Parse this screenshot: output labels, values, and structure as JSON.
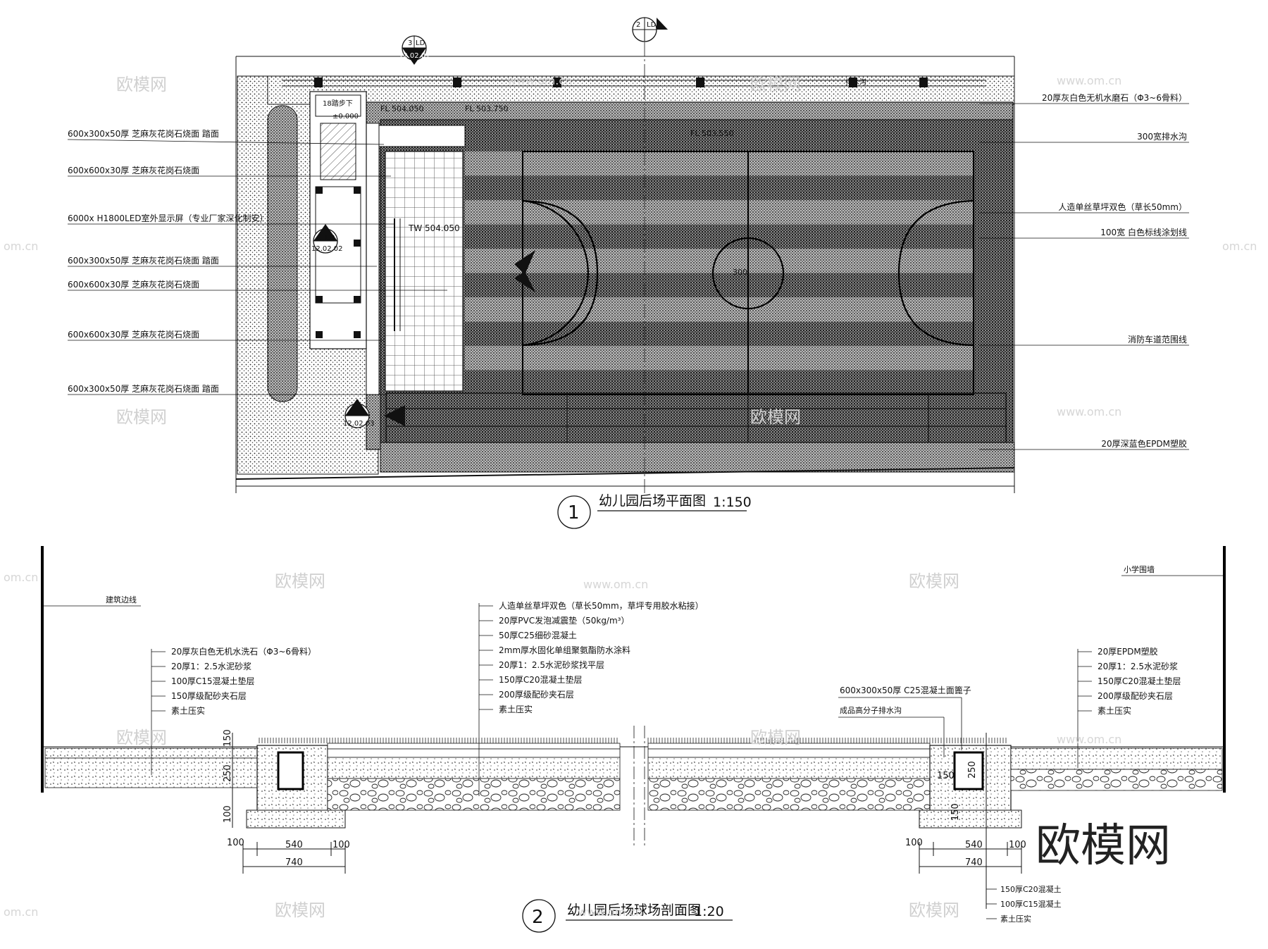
{
  "plan": {
    "title": "幼儿园后场平面图",
    "scale": "1:150",
    "number": "1",
    "left_labels": [
      "600x300x50厚 芝麻灰花岗石烧面 踏面",
      "600x600x30厚 芝麻灰花岗石烧面",
      "6000x H1800LED室外显示屏（专业厂家深化制安）",
      "600x300x50厚 芝麻灰花岗石烧面 踏面",
      "600x600x30厚 芝麻灰花岗石烧面",
      "600x600x30厚 芝麻灰花岗石烧面",
      "600x300x50厚 芝麻灰花岗石烧面 踏面"
    ],
    "right_labels": [
      "20厚灰白色无机水磨石（Φ3~6骨料）",
      "300宽排水沟",
      "人造单丝草坪双色（草长50mm）",
      "100宽 白色标线涂划线",
      "消防车道范围线",
      "20厚深蓝色EPDM塑胶"
    ],
    "elev_labels": [
      "±0.000",
      "FL 504.050",
      "FL 503.750",
      "FL 503.550",
      "TW 504.050"
    ],
    "callouts": [
      {
        "num": "3",
        "ref": "LD",
        "sheet": "12.02.01"
      },
      {
        "num": "2",
        "ref": "LD",
        "sheet": ""
      },
      {
        "num": "1",
        "ref": "LD",
        "sheet": "12.02.02"
      },
      {
        "num": "",
        "ref": "",
        "sheet": "12.02.03"
      }
    ],
    "court_center_label": "300",
    "stair_label": "18踏步下",
    "small_tag": "排水沟"
  },
  "section": {
    "title": "幼儿园后场球场剖面图",
    "scale": "1:20",
    "number": "2",
    "left_top": "建筑边线",
    "right_top": "小学围墙",
    "group_left": [
      "20厚灰白色无机水洗石（Φ3~6骨料）",
      "20厚1：2.5水泥砂浆",
      "100厚C15混凝土垫层",
      "150厚级配砂夹石层",
      "素土压实"
    ],
    "group_center": [
      "人造单丝草坪双色（草长50mm，草坪专用胶水粘接）",
      "20厚PVC发泡减震垫（50kg/m³）",
      "50厚C25细砂混凝土",
      "2mm厚水固化单组聚氨酯防水涂料",
      "20厚1：2.5水泥砂浆找平层",
      "150厚C20混凝土垫层",
      "200厚级配砂夹石层",
      "素土压实"
    ],
    "group_right": [
      "20厚EPDM塑胶",
      "20厚1：2.5水泥砂浆",
      "150厚C20混凝土垫层",
      "200厚级配砂夹石层",
      "素土压实"
    ],
    "drain_labels": [
      "600x300x50厚 C25混凝土面篦子",
      "成品高分子排水沟"
    ],
    "bottom_labels": [
      "150厚C20混凝土",
      "100厚C15混凝土",
      "素土压实"
    ],
    "dims_left": [
      "100",
      "540",
      "100",
      "740"
    ],
    "dims_right": [
      "100",
      "540",
      "100",
      "740"
    ],
    "dim_vertical": [
      "150",
      "250",
      "100",
      "150",
      "250",
      "150"
    ]
  },
  "watermarks": {
    "brand": "欧模网",
    "url": "www.om.cn",
    "url_short": "om.cn",
    "big": "欧模网"
  }
}
